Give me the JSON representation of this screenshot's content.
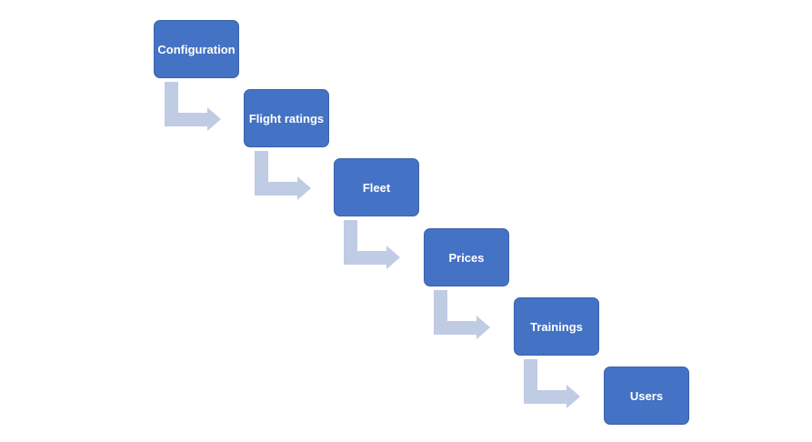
{
  "steps": [
    {
      "label": "Configuration"
    },
    {
      "label": "Flight ratings"
    },
    {
      "label": "Fleet"
    },
    {
      "label": "Prices"
    },
    {
      "label": "Trainings"
    },
    {
      "label": "Users"
    }
  ],
  "colors": {
    "box_fill": "#4472c4",
    "box_text": "#ffffff",
    "arrow_fill": "#c0cbe4",
    "background": "#ffffff"
  }
}
